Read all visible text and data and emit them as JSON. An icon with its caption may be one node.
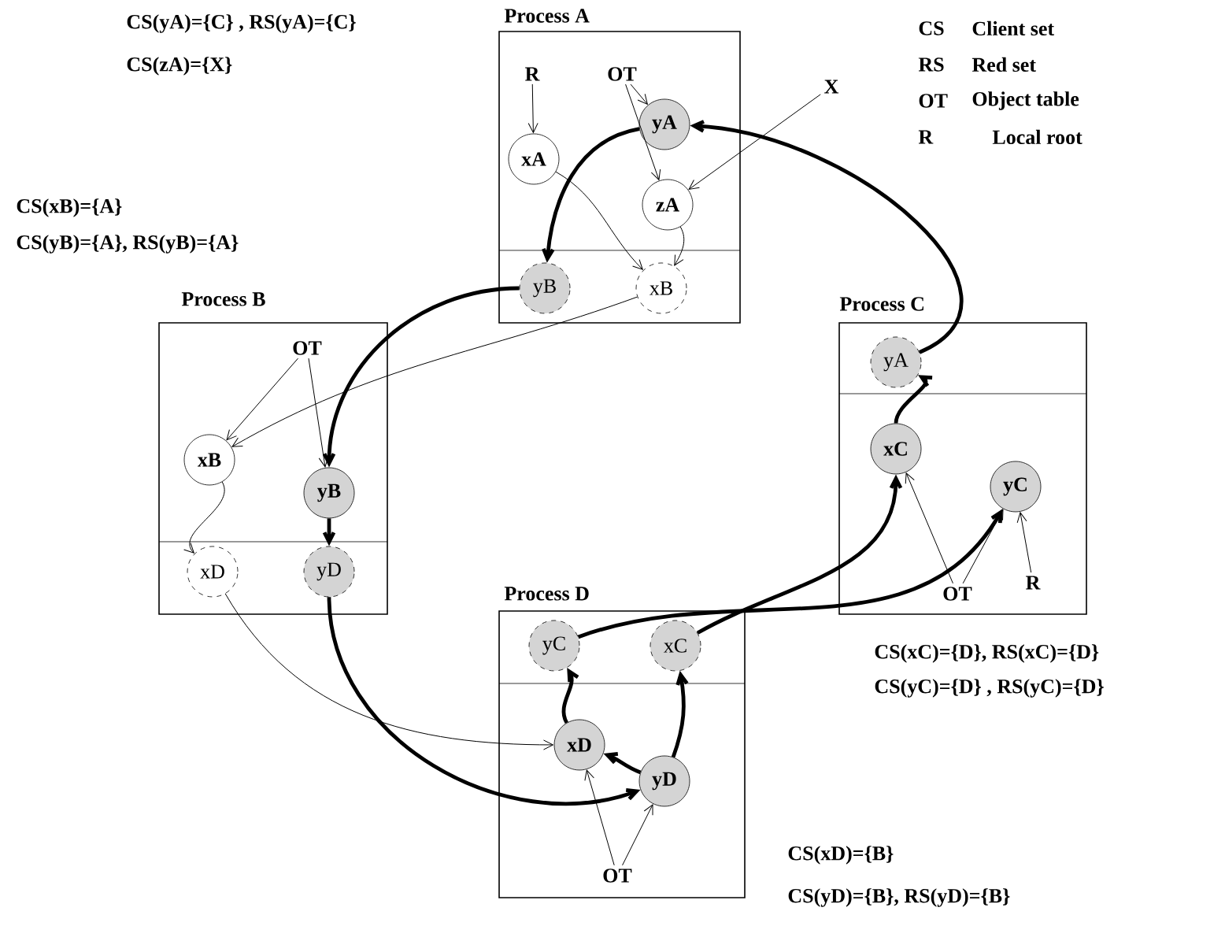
{
  "diagram": {
    "nodes": [
      {
        "text": [
          "Process A"
        ]
      },
      {
        "text": [
          "R"
        ],
        "in": 0
      },
      {
        "text": [
          "OT"
        ],
        "in": 0
      },
      {
        "text": [
          "yA"
        ],
        "in": 0
      },
      {
        "text": [
          "xA"
        ],
        "in": 0
      },
      {
        "text": [
          "zA"
        ],
        "in": 0
      },
      {
        "text": [
          "yB"
        ],
        "in": 0
      },
      {
        "text": [
          "xB"
        ],
        "in": 0
      },
      {
        "text": [
          "X"
        ]
      },
      {
        "text": [
          "Process B"
        ]
      },
      {
        "text": [
          "OT"
        ],
        "in": 9
      },
      {
        "text": [
          "xB"
        ],
        "in": 9
      },
      {
        "text": [
          "yB"
        ],
        "in": 9
      },
      {
        "text": [
          "xD"
        ],
        "in": 9
      },
      {
        "text": [
          "yD"
        ],
        "in": 9
      },
      {
        "text": [
          "Process C"
        ]
      },
      {
        "text": [
          "yA"
        ],
        "in": 15
      },
      {
        "text": [
          "xC"
        ],
        "in": 15
      },
      {
        "text": [
          "yC"
        ],
        "in": 15
      },
      {
        "text": [
          "OT"
        ],
        "in": 15
      },
      {
        "text": [
          "R"
        ],
        "in": 15
      },
      {
        "text": [
          "Process D"
        ]
      },
      {
        "text": [
          "yC"
        ],
        "in": 21
      },
      {
        "text": [
          "xC"
        ],
        "in": 21
      },
      {
        "text": [
          "xD"
        ],
        "in": 21
      },
      {
        "text": [
          "yD"
        ],
        "in": 21
      },
      {
        "text": [
          "OT"
        ],
        "in": 21
      }
    ],
    "edges": [
      {
        "from": 1,
        "to": 4,
        "arrow": "to"
      },
      {
        "from": 2,
        "to": 3,
        "arrow": "to"
      },
      {
        "from": 2,
        "to": 5,
        "arrow": "to"
      },
      {
        "from": 8,
        "to": 5,
        "arrow": "to"
      },
      {
        "from": 3,
        "to": 6,
        "arrow": "to",
        "style": "thick"
      },
      {
        "from": 4,
        "to": 7,
        "arrow": "to"
      },
      {
        "from": 5,
        "to": 7,
        "arrow": "to"
      },
      {
        "from": 16,
        "to": 3,
        "arrow": "to",
        "style": "thick"
      },
      {
        "from": 6,
        "to": 12,
        "arrow": "to",
        "style": "thick"
      },
      {
        "from": 7,
        "to": 11,
        "arrow": "to"
      },
      {
        "from": 10,
        "to": 11,
        "arrow": "to"
      },
      {
        "from": 10,
        "to": 12,
        "arrow": "to"
      },
      {
        "from": 11,
        "to": 13,
        "arrow": "to"
      },
      {
        "from": 12,
        "to": 14,
        "arrow": "to",
        "style": "thick"
      },
      {
        "from": 14,
        "to": 25,
        "arrow": "to",
        "style": "thick"
      },
      {
        "from": 13,
        "to": 24,
        "arrow": "to"
      },
      {
        "from": 17,
        "to": 16,
        "arrow": "to",
        "style": "thick"
      },
      {
        "from": 19,
        "to": 17,
        "arrow": "to"
      },
      {
        "from": 19,
        "to": 18,
        "arrow": "to"
      },
      {
        "from": 20,
        "to": 18,
        "arrow": "to"
      },
      {
        "from": 24,
        "to": 22,
        "arrow": "to",
        "style": "thick"
      },
      {
        "from": 25,
        "to": 24,
        "arrow": "to",
        "style": "thick"
      },
      {
        "from": 25,
        "to": 23,
        "arrow": "to",
        "style": "thick"
      },
      {
        "from": 26,
        "to": 24,
        "arrow": "to"
      },
      {
        "from": 26,
        "to": 25,
        "arrow": "to"
      },
      {
        "from": 22,
        "to": 18,
        "arrow": "to",
        "style": "thick"
      },
      {
        "from": 23,
        "to": 17,
        "arrow": "to",
        "style": "thick"
      }
    ],
    "labels": [
      "CS(yA)={C} , RS(yA)={C}",
      "CS",
      "Client set",
      "CS(zA)={X}",
      "RS",
      "Red set",
      "OT",
      "Object table",
      "R",
      "Local root",
      "CS(xB)={A}",
      "CS(yB)={A}, RS(yB)={A}",
      "CS(xC)={D},  RS(xC)={D}",
      "CS(yC)={D} , RS(yC)={D}",
      "CS(xD)={B}",
      "CS(yD)={B}, RS(yD)={B}"
    ]
  }
}
